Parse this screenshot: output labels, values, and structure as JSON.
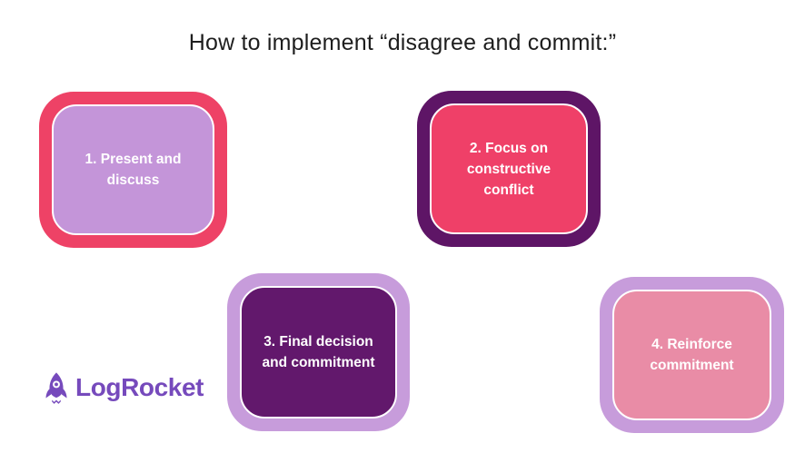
{
  "title": "How to implement “disagree and commit:”",
  "steps": [
    {
      "label": "1. Present and discuss",
      "lines": [
        "1. Present and",
        "discuss"
      ],
      "outer_color": "#ee4266",
      "inner_color": "#c495d9"
    },
    {
      "label": "2. Focus on constructive conflict",
      "lines": [
        "2. Focus on",
        "constructive",
        "conflict"
      ],
      "outer_color": "#5e1566",
      "inner_color": "#ef4068"
    },
    {
      "label": "3. Final decision and commitment",
      "lines": [
        "3. Final decision",
        "and commitment"
      ],
      "outer_color": "#c79cdb",
      "inner_color": "#62186c"
    },
    {
      "label": "4. Reinforce commitment",
      "lines": [
        "4. Reinforce",
        "commitment"
      ],
      "outer_color": "#c79cdb",
      "inner_color": "#e98ca6"
    }
  ],
  "logo": {
    "text": "LogRocket",
    "color": "#764abc",
    "icon": "rocket-icon"
  }
}
